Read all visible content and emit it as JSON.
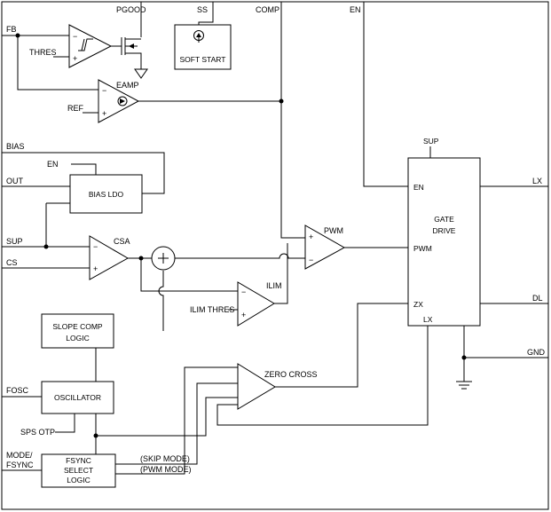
{
  "pins": {
    "fb": "FB",
    "thres": "THRES",
    "pgood": "PGOOD",
    "ss": "SS",
    "comp": "COMP",
    "en_top": "EN",
    "ref": "REF",
    "bias": "BIAS",
    "en_ldo": "EN",
    "out": "OUT",
    "sup": "SUP",
    "cs": "CS",
    "ilim_thres": "ILIM THRES",
    "fosc": "FOSC",
    "sps_otp": "SPS OTP",
    "mode_line1": "MODE/",
    "mode_line2": "FSYNC",
    "lx": "LX",
    "dl": "DL",
    "gnd": "GND"
  },
  "blocks": {
    "soft_start": "SOFT START",
    "bias_ldo": "BIAS LDO",
    "slope_comp_line1": "SLOPE COMP",
    "slope_comp_line2": "LOGIC",
    "oscillator": "OSCILLATOR",
    "fsync_line1": "FSYNC",
    "fsync_line2": "SELECT",
    "fsync_line3": "LOGIC",
    "gate_drive_line1": "GATE",
    "gate_drive_line2": "DRIVE"
  },
  "gate_drive_pins": {
    "sup": "SUP",
    "en": "EN",
    "pwm": "PWM",
    "zx": "ZX",
    "lx": "LX"
  },
  "amplifiers": {
    "eamp": "EAMP",
    "csa": "CSA",
    "pwm": "PWM",
    "ilim": "ILIM",
    "zero_cross": "ZERO CROSS"
  },
  "signals": {
    "skip_mode": "(SKIP MODE)",
    "pwm_mode": "(PWM MODE)"
  },
  "signs": {
    "minus": "−",
    "plus": "+"
  }
}
